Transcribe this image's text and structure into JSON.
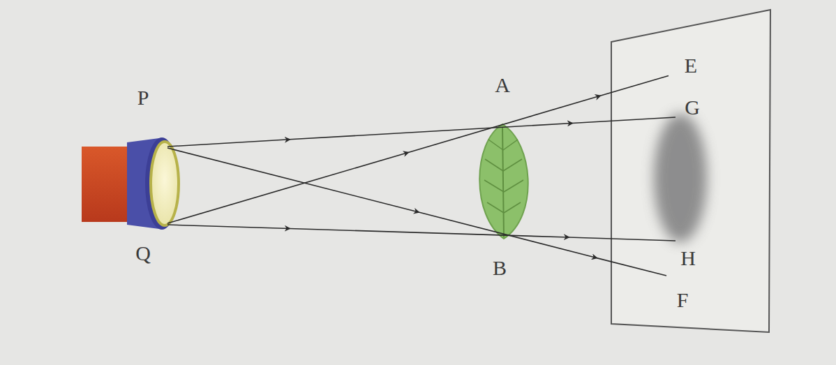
{
  "diagram": {
    "labels": [
      "P",
      "Q",
      "A",
      "B",
      "E",
      "G",
      "H",
      "F"
    ]
  }
}
